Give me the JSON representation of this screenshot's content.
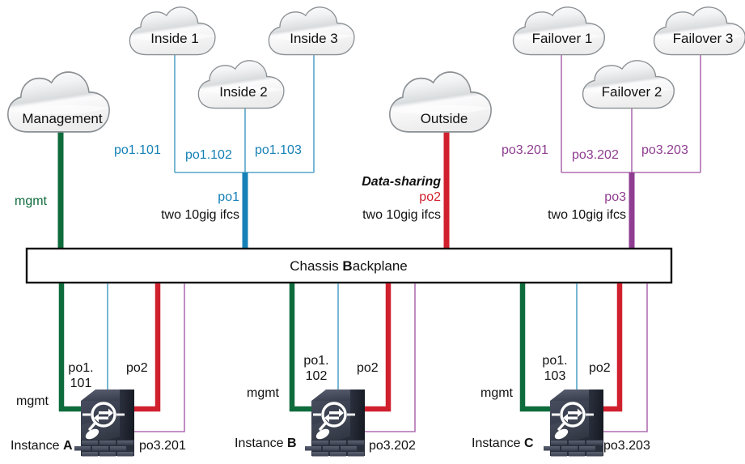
{
  "diagram": {
    "title": "Chassis Backplane",
    "backplane_label_part1": "Chassis ",
    "backplane_label_part2": "B",
    "backplane_label_part3": "ackplane"
  },
  "colors": {
    "mgmt_green": "#0E6B3C",
    "inside_blue": "#1581B7",
    "inside_blue_thin": "#57A5C9",
    "data_red": "#D0202E",
    "failover_purple": "#8E3D90",
    "failover_purple_thin": "#B06FB3",
    "outline": "#111111",
    "cloud_stroke": "#8A8F93",
    "device_dark": "#3D414F",
    "device_darker": "#262A36"
  },
  "clouds": [
    {
      "id": "management",
      "label": "Management"
    },
    {
      "id": "inside-1",
      "label": "Inside 1"
    },
    {
      "id": "inside-2",
      "label": "Inside 2"
    },
    {
      "id": "inside-3",
      "label": "Inside 3"
    },
    {
      "id": "outside",
      "label": "Outside"
    },
    {
      "id": "failover-1",
      "label": "Failover 1"
    },
    {
      "id": "failover-2",
      "label": "Failover 2"
    },
    {
      "id": "failover-3",
      "label": "Failover 3"
    }
  ],
  "subinterface_labels": {
    "po1_101": "po1.101",
    "po1_102": "po1.102",
    "po1_103": "po1.103",
    "po3_201": "po3.201",
    "po3_202": "po3.202",
    "po3_203": "po3.203"
  },
  "trunks": {
    "mgmt": {
      "name": "mgmt"
    },
    "po1": {
      "name": "po1",
      "detail": "two 10gig ifcs"
    },
    "po2": {
      "name": "po2",
      "detail": "two 10gig ifcs",
      "kind": "Data-sharing"
    },
    "po3": {
      "name": "po3",
      "detail": "two 10gig ifcs"
    }
  },
  "instances": [
    {
      "id": "instance-a",
      "name_prefix": "Instance ",
      "name_suffix": "A",
      "mgmt_label": "mgmt",
      "po1_line1": "po1.",
      "po1_line2": "101",
      "po2_label": "po2",
      "po3_label": "po3.201"
    },
    {
      "id": "instance-b",
      "name_prefix": "Instance ",
      "name_suffix": "B",
      "mgmt_label": "mgmt",
      "po1_line1": "po1.",
      "po1_line2": "102",
      "po2_label": "po2",
      "po3_label": "po3.202"
    },
    {
      "id": "instance-c",
      "name_prefix": "Instance ",
      "name_suffix": "C",
      "mgmt_label": "mgmt",
      "po1_line1": "po1.",
      "po1_line2": "103",
      "po2_label": "po2",
      "po3_label": "po3.203"
    }
  ],
  "icons": {
    "cloud": "cloud-icon",
    "firewall": "firewall-appliance-icon"
  }
}
